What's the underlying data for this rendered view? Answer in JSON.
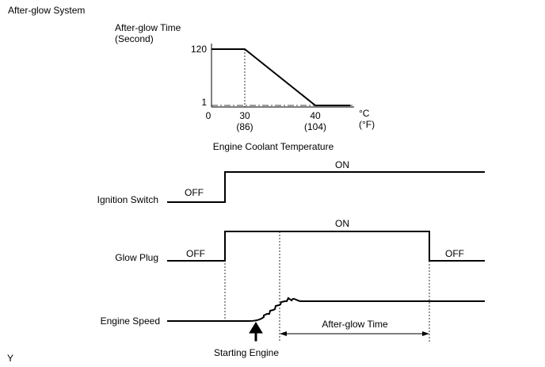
{
  "title": "After-glow System",
  "corner_mark": "Y",
  "chart_data": {
    "type": "line",
    "ylabel": [
      "After-glow Time",
      "(Second)"
    ],
    "xlabel": "Engine Coolant Temperature",
    "x_unit": [
      "°C",
      "(°F)"
    ],
    "y_ticks": [
      "120",
      "1"
    ],
    "x_ticks": [
      {
        "value": "0",
        "alt": ""
      },
      {
        "value": "30",
        "alt": "(86)"
      },
      {
        "value": "40",
        "alt": "(104)"
      }
    ],
    "series": [
      {
        "x": [
          0,
          30,
          40,
          45
        ],
        "y": [
          120,
          120,
          1,
          1
        ]
      }
    ]
  },
  "timing": {
    "ignition_switch": {
      "label": "Ignition Switch",
      "off": "OFF",
      "on": "ON"
    },
    "glow_plug": {
      "label": "Glow Plug",
      "off_before": "OFF",
      "on": "ON",
      "off_after": "OFF"
    },
    "engine_speed": {
      "label": "Engine Speed"
    },
    "starting_engine": "Starting Engine",
    "after_glow_time": "After-glow Time"
  }
}
